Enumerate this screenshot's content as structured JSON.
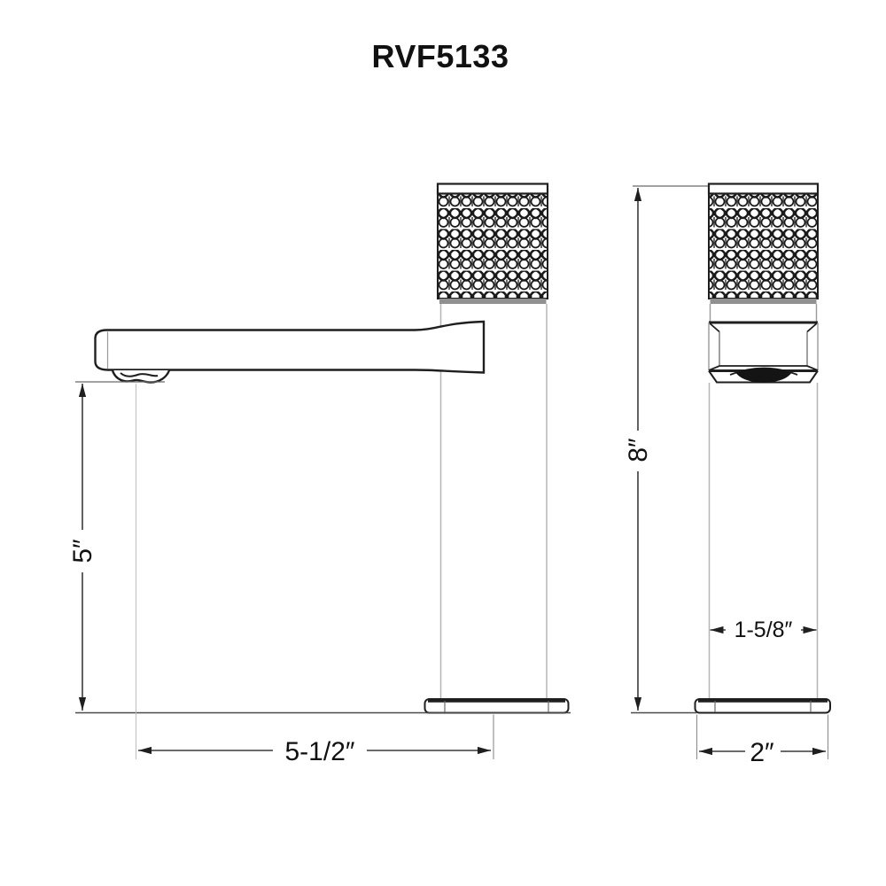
{
  "title": "RVF5133",
  "dimensions": {
    "spout_height": "5″",
    "spout_reach": "5-1/2″",
    "overall_height": "8″",
    "body_width": "1-5/8″",
    "base_width": "2″"
  },
  "colors": {
    "background": "#ffffff",
    "outline": "#1f1f1f",
    "light_line": "#b5b5b5",
    "dimension_line": "#3a3a3a",
    "handle_band": "#909090",
    "text": "#111111"
  }
}
